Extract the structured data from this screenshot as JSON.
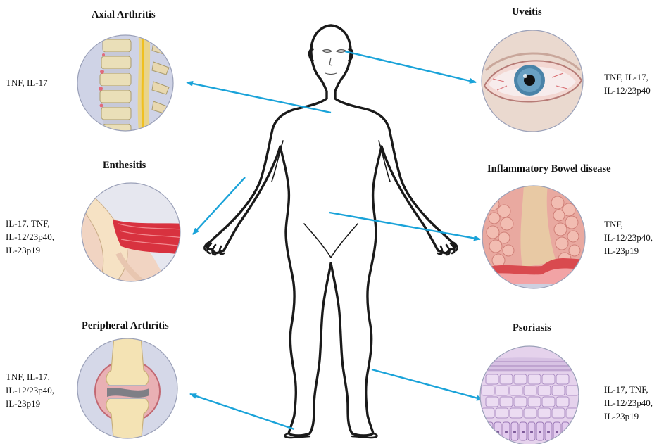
{
  "panels": {
    "axial": {
      "title": "Axial Arthritis",
      "cytokines": [
        "TNF, IL-17"
      ],
      "icon": "spine-icon"
    },
    "enthesitis": {
      "title": "Enthesitis",
      "cytokines": [
        "IL-17, TNF,",
        "IL-12/23p40,",
        "IL-23p19"
      ],
      "icon": "tendon-icon"
    },
    "peripheral": {
      "title": "Peripheral Arthritis",
      "cytokines": [
        "TNF, IL-17,",
        "IL-12/23p40,",
        "IL-23p19"
      ],
      "icon": "joint-icon"
    },
    "uveitis": {
      "title": "Uveitis",
      "cytokines": [
        "TNF, IL-17,",
        "IL-12/23p40"
      ],
      "icon": "eye-icon"
    },
    "ibd": {
      "title": "Inflammatory Bowel disease",
      "cytokines": [
        "TNF,",
        "IL-12/23p40,",
        "IL-23p19"
      ],
      "icon": "intestine-icon"
    },
    "psoriasis": {
      "title": "Psoriasis",
      "cytokines": [
        "IL-17, TNF,",
        "IL-12/23p40,",
        "IL-23p19"
      ],
      "icon": "skin-icon"
    }
  },
  "colors": {
    "arrow": "#1aa3d9",
    "body_outline": "#1a1a1a",
    "circle_bg": "#d9dbe8",
    "inflamed": "#d93b4a"
  }
}
